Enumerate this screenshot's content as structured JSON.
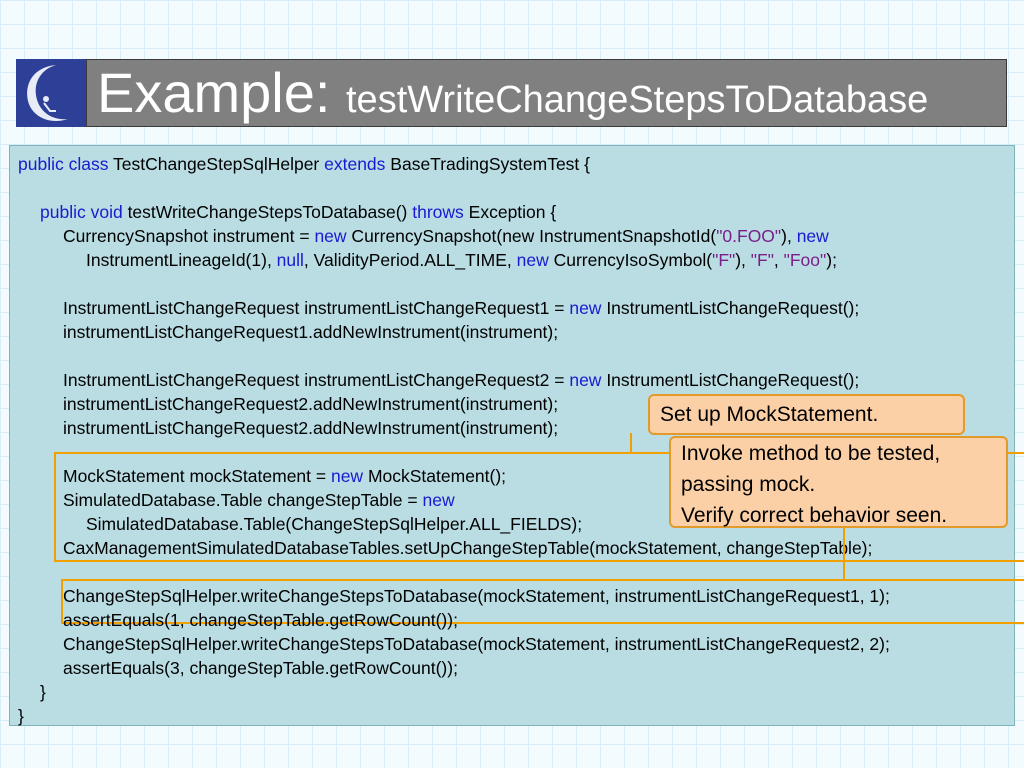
{
  "slide": {
    "title": "Example:",
    "title_method": "testWriteChangeStepsToDatabase"
  },
  "code": {
    "l1": [
      "public class",
      " TestChangeStepSqlHelper ",
      "extends",
      " BaseTradingSystemTest {"
    ],
    "l2": [
      "public void",
      " testWriteChangeStepsToDatabase() ",
      "throws",
      " Exception {"
    ],
    "l3": [
      "CurrencySnapshot instrument = ",
      "new",
      " CurrencySnapshot(new InstrumentSnapshotId(",
      "\"0.FOO\"",
      "), ",
      "new"
    ],
    "l4": [
      "InstrumentLineageId(1), ",
      "null",
      ", ValidityPeriod.ALL_TIME, ",
      "new",
      " CurrencyIsoSymbol(",
      "\"F\"",
      "), ",
      "\"F\"",
      ", ",
      "\"Foo\"",
      ");"
    ],
    "l5": [
      "InstrumentListChangeRequest instrumentListChangeRequest1 = ",
      "new",
      " InstrumentListChangeRequest();"
    ],
    "l6": "instrumentListChangeRequest1.addNewInstrument(instrument);",
    "l7": [
      "InstrumentListChangeRequest instrumentListChangeRequest2 = ",
      "new",
      " InstrumentListChangeRequest();"
    ],
    "l8": "instrumentListChangeRequest2.addNewInstrument(instrument);",
    "l9": "instrumentListChangeRequest2.addNewInstrument(instrument);",
    "l10": [
      "MockStatement mockStatement = ",
      "new",
      " MockStatement();"
    ],
    "l11": [
      "SimulatedDatabase.Table changeStepTable = ",
      "new"
    ],
    "l12": "SimulatedDatabase.Table(ChangeStepSqlHelper.ALL_FIELDS);",
    "l13": "CaxManagementSimulatedDatabaseTables.setUpChangeStepTable(mockStatement, changeStepTable);",
    "l14": "ChangeStepSqlHelper.writeChangeStepsToDatabase(mockStatement, instrumentListChangeRequest1, 1);",
    "l15": "assertEquals(1, changeStepTable.getRowCount());",
    "l16": "ChangeStepSqlHelper.writeChangeStepsToDatabase(mockStatement, instrumentListChangeRequest2, 2);",
    "l17": "assertEquals(3, changeStepTable.getRowCount());",
    "l18": "}",
    "l19": "}"
  },
  "callouts": {
    "setup": "Set up MockStatement.",
    "invoke": [
      "Invoke method to be tested,",
      "passing mock.",
      "Verify correct behavior seen."
    ]
  },
  "colors": {
    "keyword": "#1a1ad0",
    "string": "#7a1f8a",
    "highlight": "#f0a000",
    "callout_bg": "#fcd0a6",
    "code_bg": "#b9dde3",
    "title_bg": "#808080",
    "logo_bg": "#2d3f96"
  }
}
